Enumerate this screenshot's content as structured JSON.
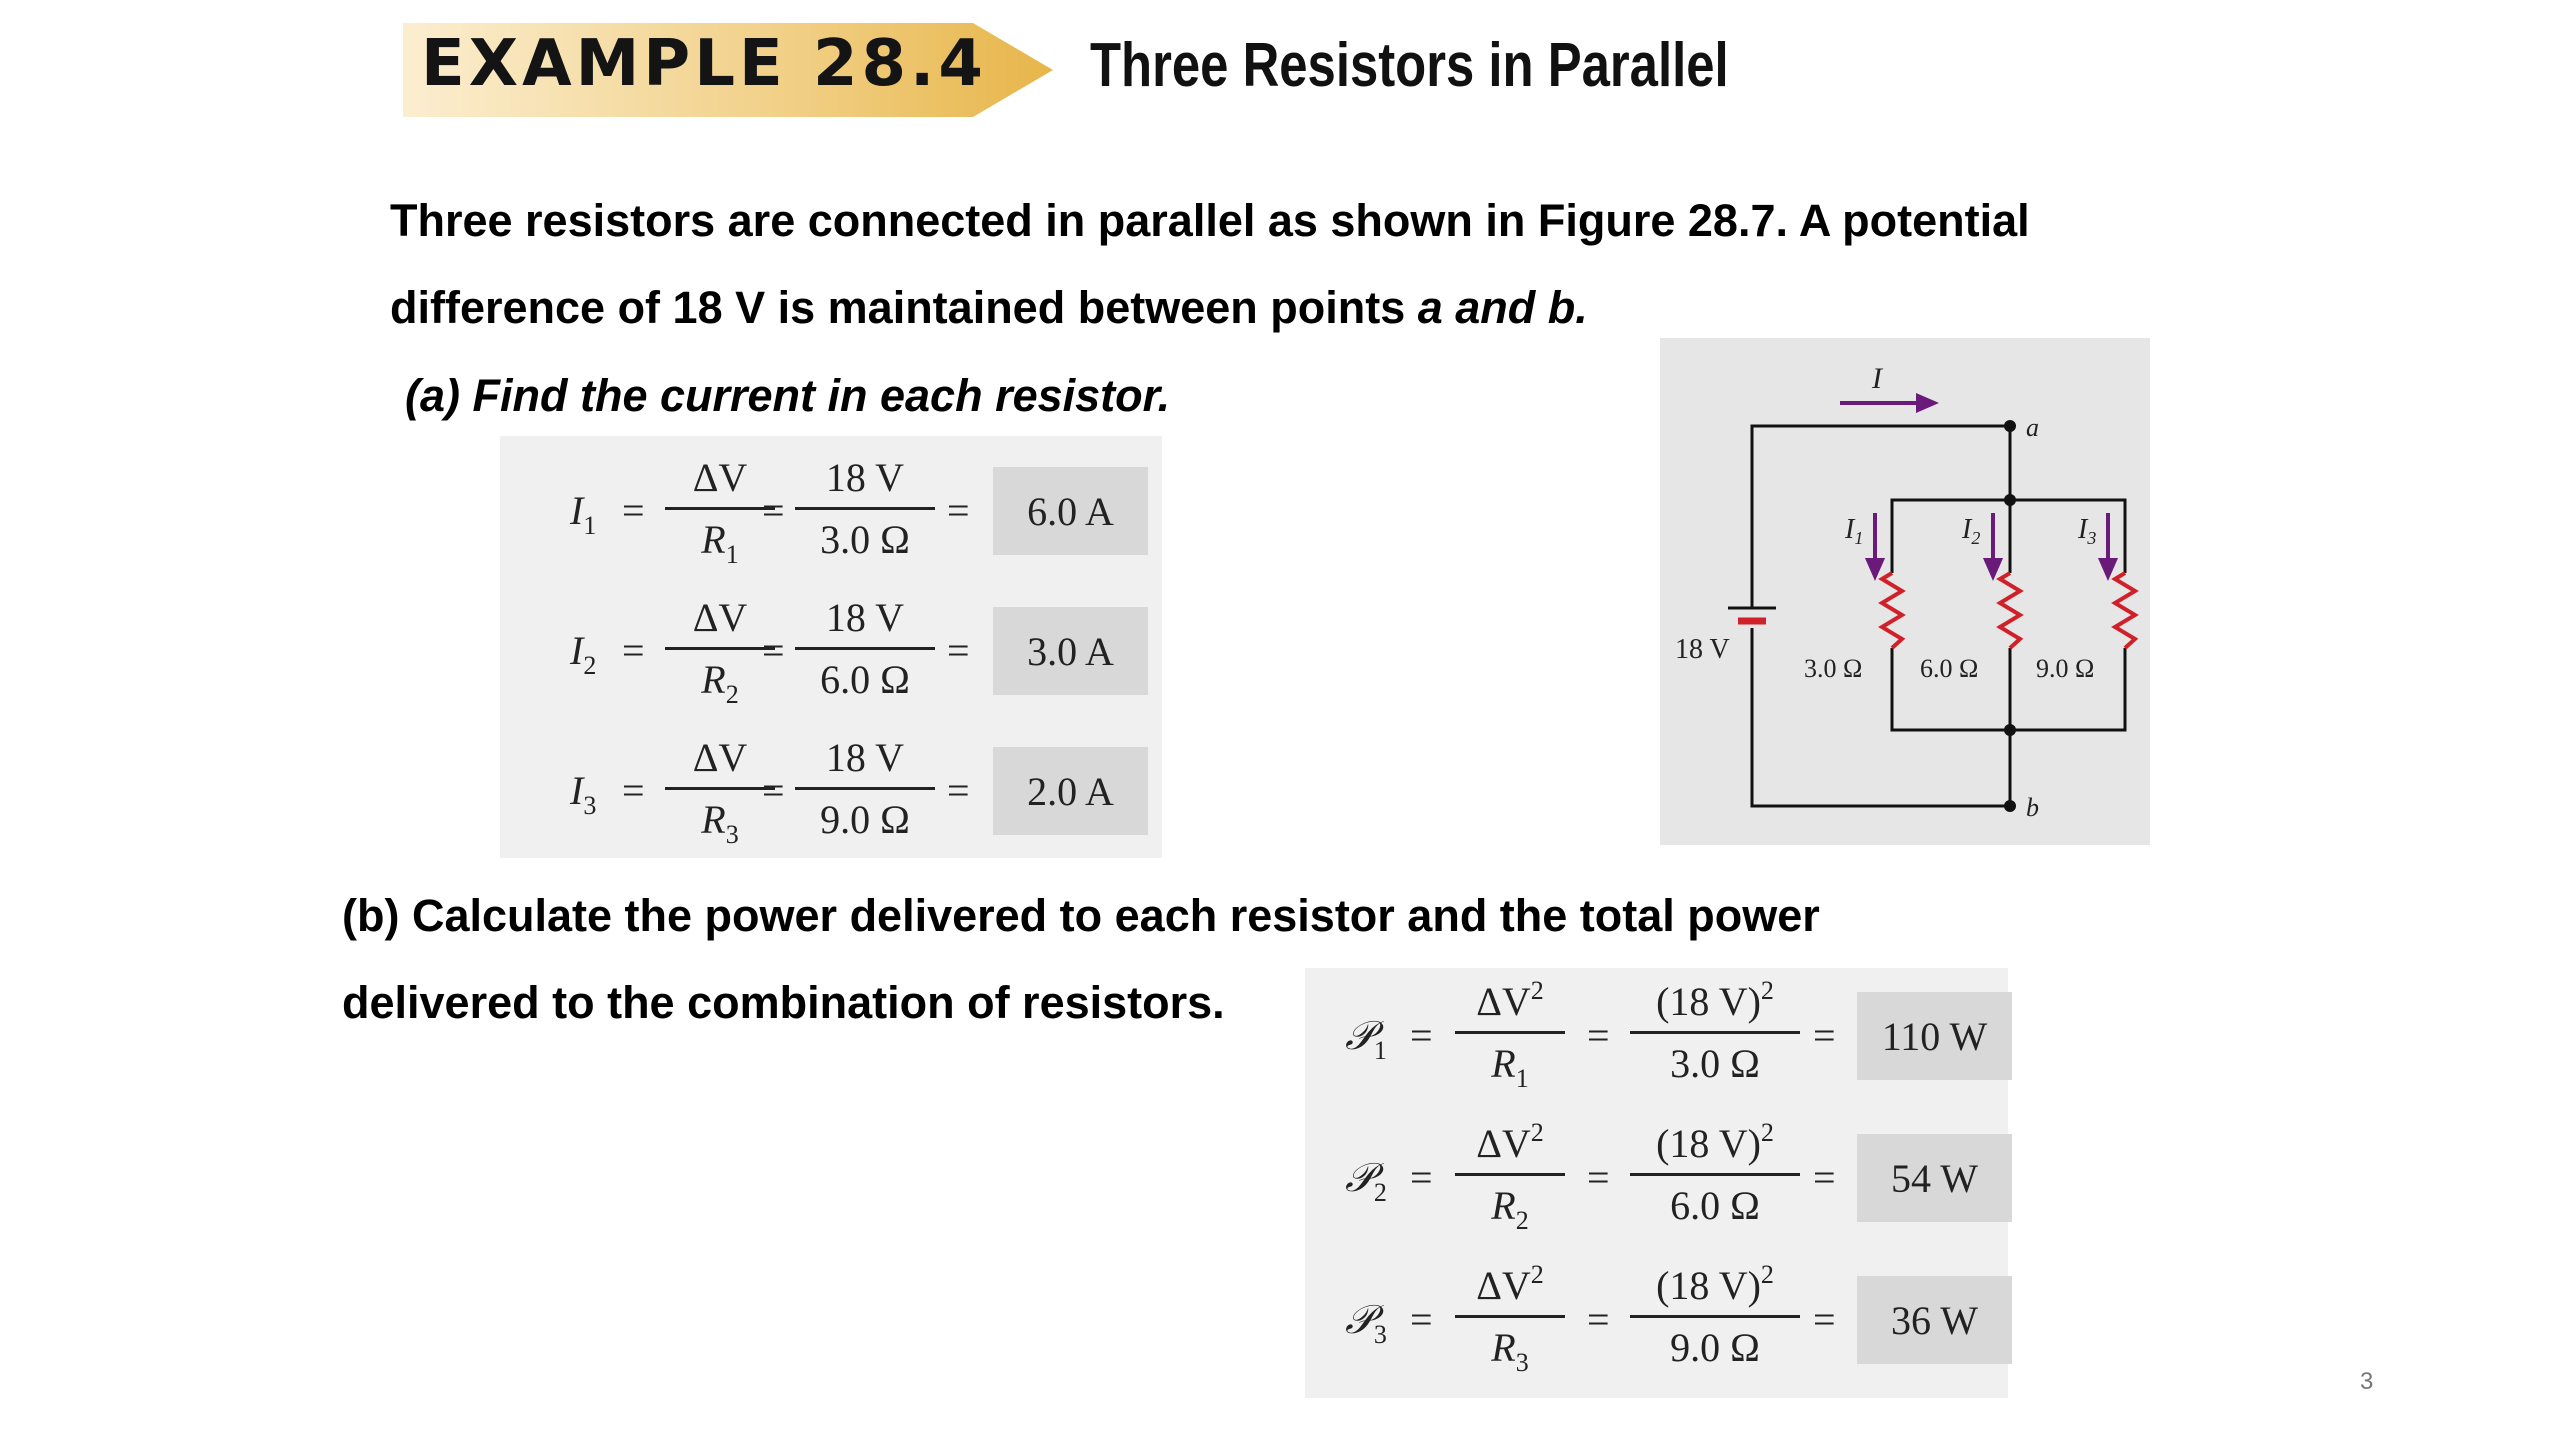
{
  "banner": {
    "label": "EXAMPLE 28.4"
  },
  "title": "Three Resistors in Parallel",
  "intro": {
    "line1": "Three resistors are connected in parallel as shown in Figure 28.7. A potential",
    "line2_start": "difference of 18 V is maintained between points ",
    "line2_italic": "a and b."
  },
  "part_a": "(a) Find the current in each resistor.",
  "currents": [
    {
      "sym": "I",
      "sub": "1",
      "num": "ΔV",
      "den_sym": "R",
      "den_sub": "1",
      "num2": "18 V",
      "den2": "3.0 Ω",
      "result": "6.0 A"
    },
    {
      "sym": "I",
      "sub": "2",
      "num": "ΔV",
      "den_sym": "R",
      "den_sub": "2",
      "num2": "18 V",
      "den2": "6.0 Ω",
      "result": "3.0 A"
    },
    {
      "sym": "I",
      "sub": "3",
      "num": "ΔV",
      "den_sym": "R",
      "den_sub": "3",
      "num2": "18 V",
      "den2": "9.0 Ω",
      "result": "2.0 A"
    }
  ],
  "part_b": {
    "line1": "(b) Calculate the power delivered to each resistor and the total power",
    "line2": "delivered to the combination of resistors."
  },
  "powers": [
    {
      "sym": "𝒫",
      "sub": "1",
      "num": "ΔV",
      "num_sup": "2",
      "den_sym": "R",
      "den_sub": "1",
      "num2": "(18 V)",
      "num2_sup": "2",
      "den2": "3.0 Ω",
      "result": "110 W"
    },
    {
      "sym": "𝒫",
      "sub": "2",
      "num": "ΔV",
      "num_sup": "2",
      "den_sym": "R",
      "den_sub": "2",
      "num2": "(18 V)",
      "num2_sup": "2",
      "den2": "6.0 Ω",
      "result": "54 W"
    },
    {
      "sym": "𝒫",
      "sub": "3",
      "num": "ΔV",
      "num_sup": "2",
      "den_sym": "R",
      "den_sub": "3",
      "num2": "(18 V)",
      "num2_sup": "2",
      "den2": "9.0 Ω",
      "result": "36 W"
    }
  ],
  "circuit": {
    "current_label": "I",
    "node_a": "a",
    "node_b": "b",
    "battery": "18 V",
    "branch_currents": [
      {
        "sym": "I",
        "sub": "1"
      },
      {
        "sym": "I",
        "sub": "2"
      },
      {
        "sym": "I",
        "sub": "3"
      }
    ],
    "resistors": [
      "3.0 Ω",
      "6.0 Ω",
      "9.0 Ω"
    ],
    "colors": {
      "wire": "#111111",
      "resistor": "#d0202a",
      "arrow": "#6a1b7a",
      "battery_plate": "#d0202a"
    }
  },
  "page_number": "3"
}
